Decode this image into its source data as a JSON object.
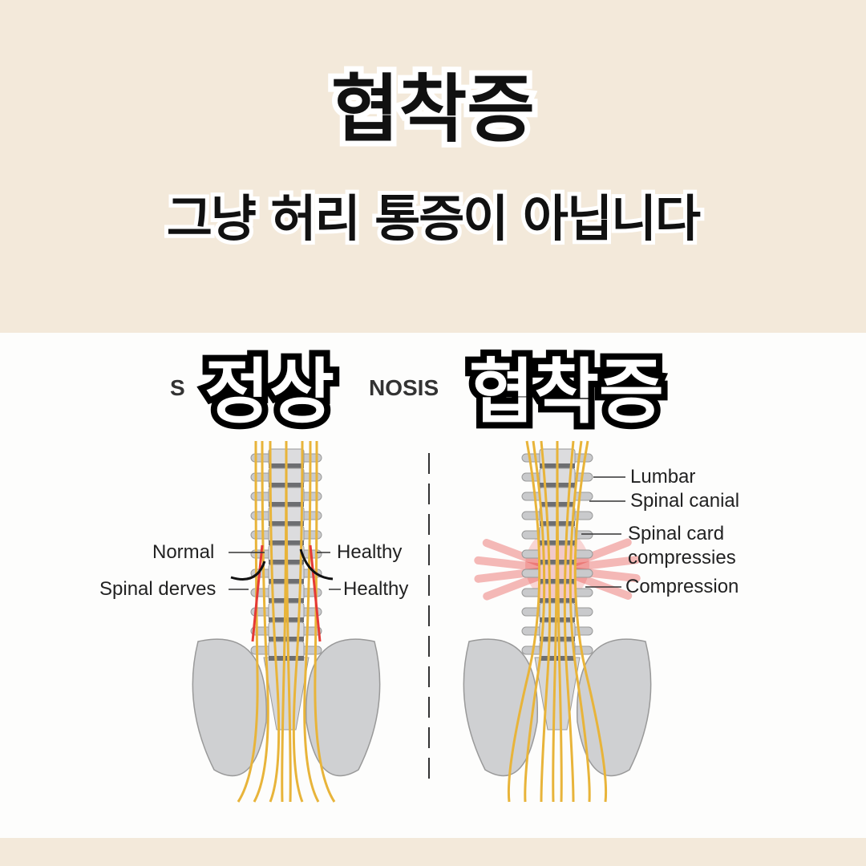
{
  "header": {
    "title": "협착증",
    "subtitle": "그냥 허리 통증이 아닙니다"
  },
  "panels": {
    "normal_label": "정상",
    "stenosis_label": "협착증",
    "background_text_left": "S",
    "background_text_right": "NOSIS",
    "left_annotations": {
      "normal": "Normal",
      "spinal_derves": "Spinal derves",
      "healthy_1": "Healthy",
      "healthy_2": "Healthy"
    },
    "right_annotations": {
      "lumbar": "Lumbar",
      "spinal_canial": "Spinal canial",
      "spinal_card": "Spinal card",
      "compressies": "compressies",
      "compression": "Compression"
    }
  },
  "colors": {
    "background": "#f3e9da",
    "nerve": "#e8b43a",
    "compression": "#e53935",
    "bone": "#cfd0d2"
  }
}
